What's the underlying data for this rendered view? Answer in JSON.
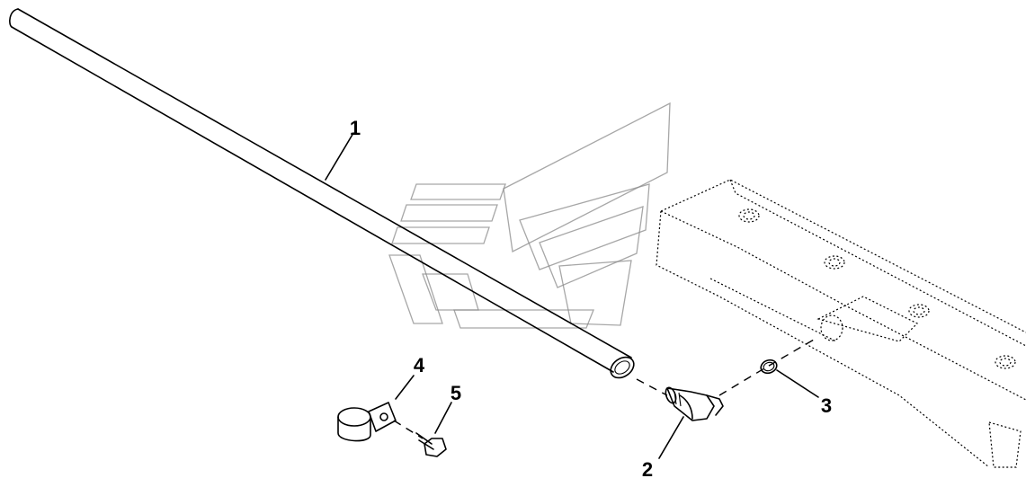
{
  "callouts": [
    {
      "id": "1",
      "label": "1"
    },
    {
      "id": "2",
      "label": "2"
    },
    {
      "id": "3",
      "label": "3"
    },
    {
      "id": "4",
      "label": "4"
    },
    {
      "id": "5",
      "label": "5"
    }
  ],
  "icons": {
    "watermark": "watermark-logo-icon",
    "tube": "tube-icon",
    "elbow": "elbow-fitting-icon",
    "seal": "o-ring-icon",
    "clip": "clamp-icon",
    "bolt": "bolt-icon",
    "housing": "housing-block-icon"
  }
}
